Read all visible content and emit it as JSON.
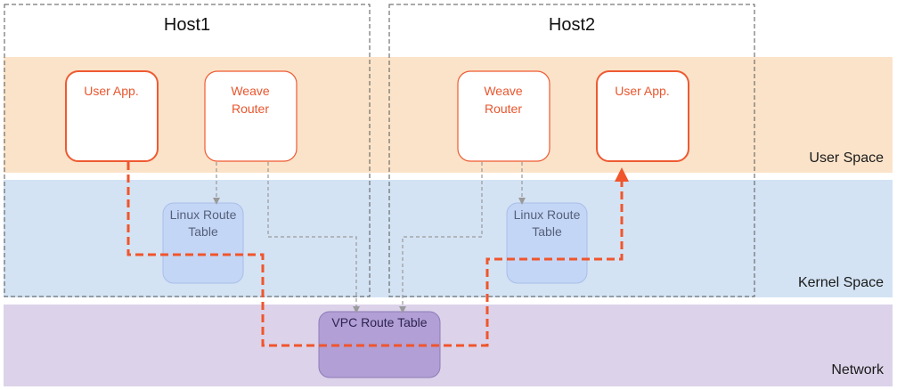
{
  "colors": {
    "user_space_band": "#fbe3c9",
    "kernel_space_band": "#d3e3f4",
    "network_band": "#dcd3ea",
    "app_box_stroke": "#ee5a32",
    "route_table_fill": "#c4d6f6",
    "route_table_stroke": "#a9bde8",
    "vpc_fill": "#b19fd5",
    "vpc_stroke": "#8e7bb8",
    "data_path": "#f0552c",
    "control_path": "#9a9a9a",
    "host_border": "#555555"
  },
  "bands": {
    "user_space": "User Space",
    "kernel_space": "Kernel Space",
    "network": "Network"
  },
  "hosts": {
    "host1": {
      "title": "Host1",
      "user_app": "User App.",
      "weave_router_line1": "Weave",
      "weave_router_line2": "Router",
      "route_table_line1": "Linux Route",
      "route_table_line2": "Table"
    },
    "host2": {
      "title": "Host2",
      "user_app": "User App.",
      "weave_router_line1": "Weave",
      "weave_router_line2": "Router",
      "route_table_line1": "Linux Route",
      "route_table_line2": "Table"
    }
  },
  "network": {
    "vpc_route_table": "VPC Route Table"
  }
}
